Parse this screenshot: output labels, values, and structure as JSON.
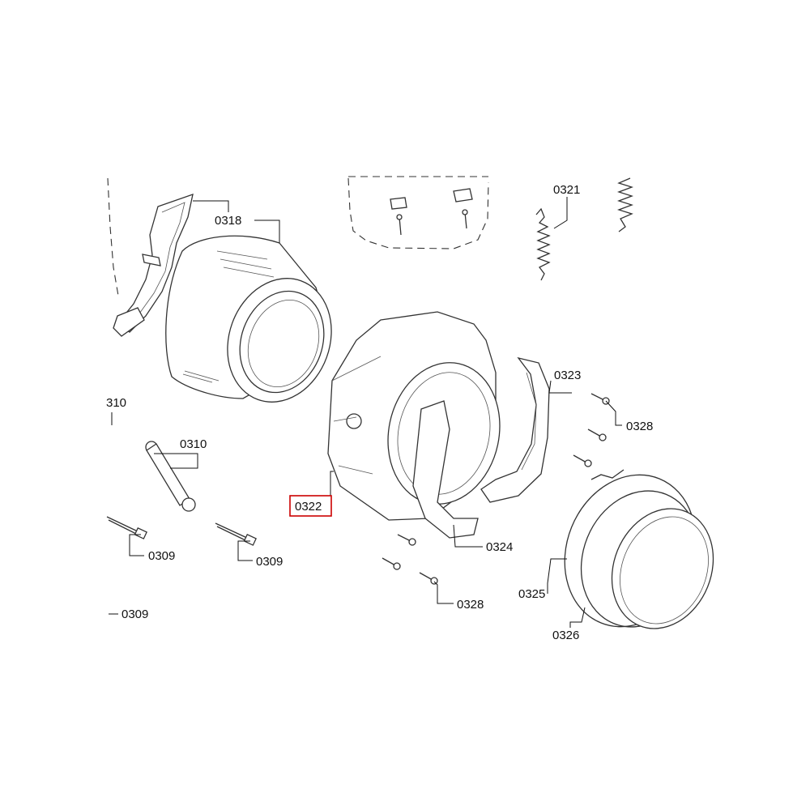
{
  "colors": {
    "highlight": "#cc0000",
    "line": "#333333",
    "background": "#ffffff"
  },
  "labels": {
    "p0318": "0318",
    "p0321": "0321",
    "p0323": "0323",
    "p0328_top": "0328",
    "p310": "310",
    "p0310": "0310",
    "p0322": "0322",
    "p0324": "0324",
    "p0309_a": "0309",
    "p0309_b": "0309",
    "p0309_c": "0309",
    "p0328_bottom": "0328",
    "p0325": "0325",
    "p0326": "0326"
  },
  "highlighted_part": "0322"
}
